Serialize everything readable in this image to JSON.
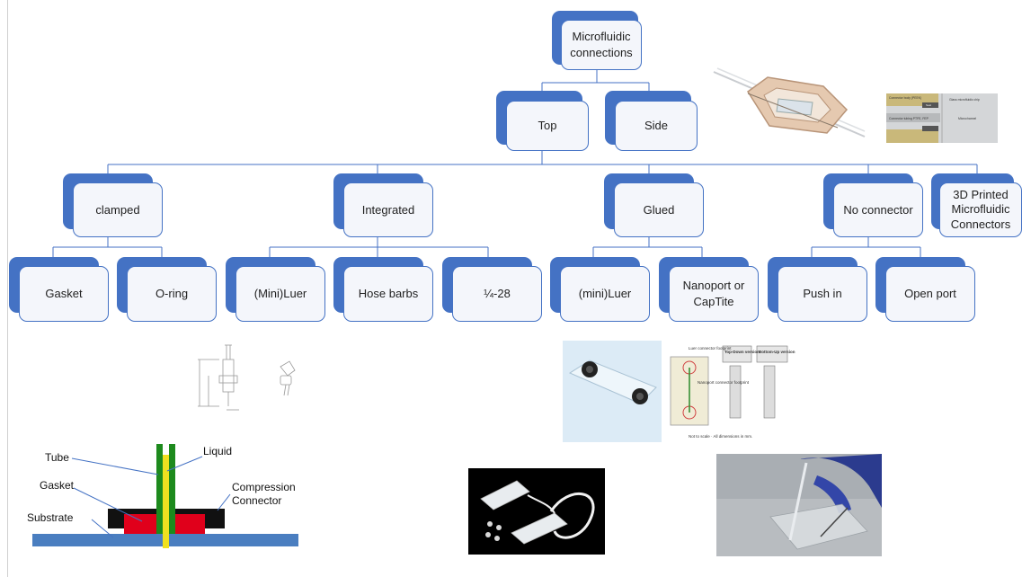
{
  "tree": {
    "root": "Microfluidic connections",
    "level1": [
      "Top",
      "Side"
    ],
    "level2": [
      "clamped",
      "Integrated",
      "Glued",
      "No connector",
      "3D Printed Microfluidic Connectors"
    ],
    "level3": [
      "Gasket",
      "O-ring",
      "(Mini)Luer",
      "Hose barbs",
      "¼-28",
      "(mini)Luer",
      "Nanoport or CapTite",
      "Push in",
      "Open port"
    ]
  },
  "side_clip": {
    "row1_left": "Connector body (PEEK)",
    "row1_mid": "Seal",
    "row1_right": "Glass microfluidic chip",
    "row2_left": "Connector tubing PTFE, FEP",
    "row2_right": "Microchannel"
  },
  "luer_figure": {
    "callout1": "Luer connector footprint",
    "callout2": "Nanoport connector footprint",
    "header1": "Top-Down version",
    "header2": "Bottom-Up version",
    "footer": "Not to scale · All dimensions in mm."
  },
  "gasket_diagram": {
    "tube": "Tube",
    "liquid": "Liquid",
    "gasket": "Gasket",
    "compression": "Compression Connector",
    "substrate": "Substrate"
  },
  "colors": {
    "accent": "#4472c4",
    "node_fill": "#f4f6fb",
    "substrate": "#4a7ec0",
    "gasket": "#e0001b",
    "tube": "#1d8a1d",
    "liquid": "#f0e020"
  }
}
